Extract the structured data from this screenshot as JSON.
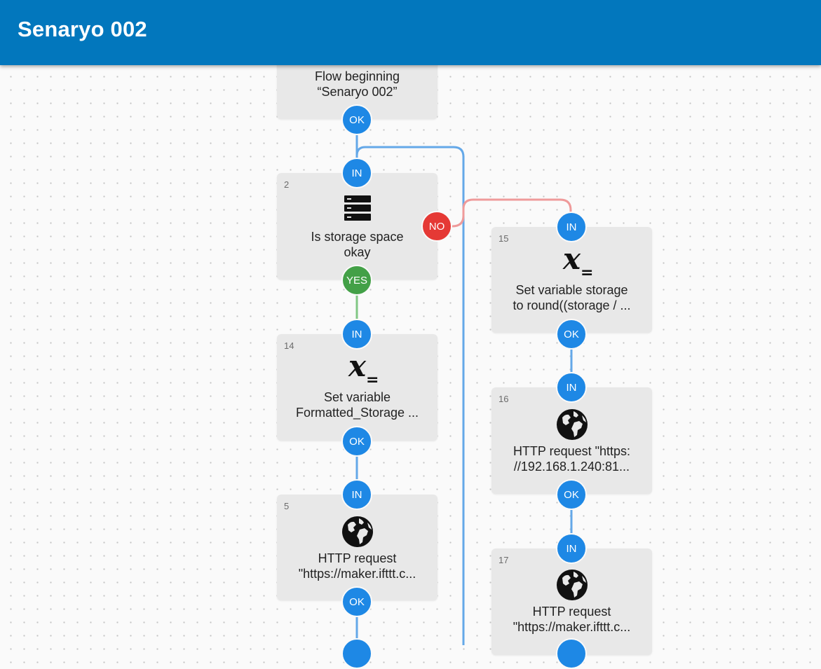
{
  "app": {
    "title": "Senaryo 002"
  },
  "nodes": {
    "start": {
      "label_line1": "Flow beginning",
      "label_line2": "“Senaryo 002”",
      "out_port": "OK"
    },
    "n2": {
      "number": "2",
      "icon": "storage-icon",
      "label_line1": "Is storage space",
      "label_line2": "okay",
      "in_port": "IN",
      "yes_port": "YES",
      "no_port": "NO"
    },
    "n14": {
      "number": "14",
      "icon": "set-variable-icon",
      "label_line1": "Set variable",
      "label_line2": "Formatted_Storage ...",
      "in_port": "IN",
      "out_port": "OK"
    },
    "n5": {
      "number": "5",
      "icon": "globe-icon",
      "label_line1": "HTTP request",
      "label_line2": "\"https://maker.ifttt.c...",
      "in_port": "IN",
      "out_port": "OK"
    },
    "n15": {
      "number": "15",
      "icon": "set-variable-icon",
      "label_line1": "Set variable storage",
      "label_line2": "to round((storage / ...",
      "in_port": "IN",
      "out_port": "OK"
    },
    "n16": {
      "number": "16",
      "icon": "globe-icon",
      "label_line1": "HTTP request \"https:",
      "label_line2": "//192.168.1.240:81...",
      "in_port": "IN",
      "out_port": "OK"
    },
    "n17": {
      "number": "17",
      "icon": "globe-icon",
      "label_line1": "HTTP request",
      "label_line2": "\"https://maker.ifttt.c...",
      "in_port": "IN"
    }
  },
  "colors": {
    "appbar": "#0277bd",
    "port_blue": "#1e88e5",
    "port_green": "#43a047",
    "port_red": "#e53935",
    "card": "#e8e8e8",
    "wire_blue": "#64a8e8",
    "wire_red": "#ef9a9a",
    "wire_green": "#81c784"
  },
  "x_symbol": "x",
  "eq_symbol": "="
}
